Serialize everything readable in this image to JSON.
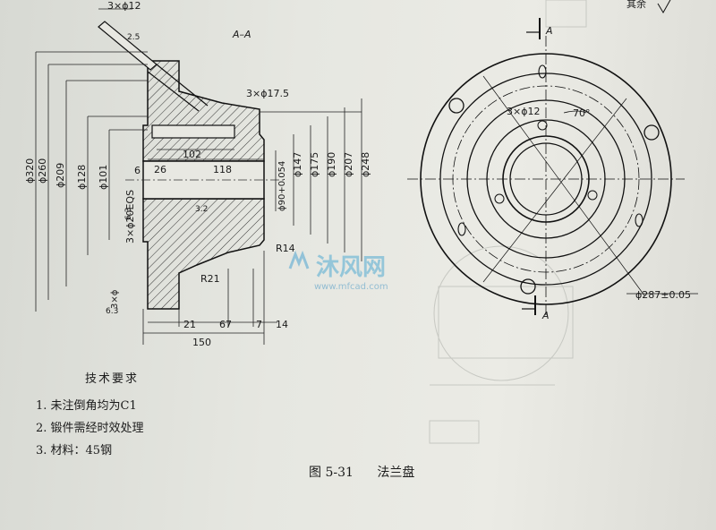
{
  "section_label": "A–A",
  "top_corner": "其余",
  "section_marks": [
    "A",
    "A"
  ],
  "dims_left": {
    "counterbore": "3×ϕ12",
    "counterbore_depth": "2.5",
    "phi320": "ϕ320",
    "phi260": "ϕ260",
    "phi209": "ϕ209",
    "phi128": "ϕ128",
    "phi101": "ϕ101",
    "six": "6",
    "twentysix": "26",
    "r63": "6.3",
    "holes": "3×ϕ20EQS",
    "r63b": "6.3",
    "hole175": "3×ϕ17.5",
    "d102": "102",
    "d118": "118",
    "phi90": "ϕ90+0.054",
    "phi147": "ϕ147",
    "phi175": "ϕ175",
    "phi190": "ϕ190",
    "phi207": "ϕ207",
    "phi248": "ϕ248",
    "rough": "3.2",
    "r14": "R14",
    "r21": "R21",
    "d21": "21",
    "d67": "67",
    "d7": "7",
    "d14": "14",
    "d150": "150"
  },
  "dims_right": {
    "hole12": "3×ϕ12",
    "angle": "70°",
    "pcd": "ϕ287±0.05"
  },
  "notes": {
    "title": "技术要求",
    "items": [
      "1. 未注倒角均为C1",
      "2. 锻件需经时效处理",
      "3. 材料：45钢"
    ]
  },
  "caption": {
    "number": "图 5-31",
    "title": "法兰盘"
  },
  "watermark": {
    "name": "沐风网",
    "url": "www.mfcad.com"
  }
}
